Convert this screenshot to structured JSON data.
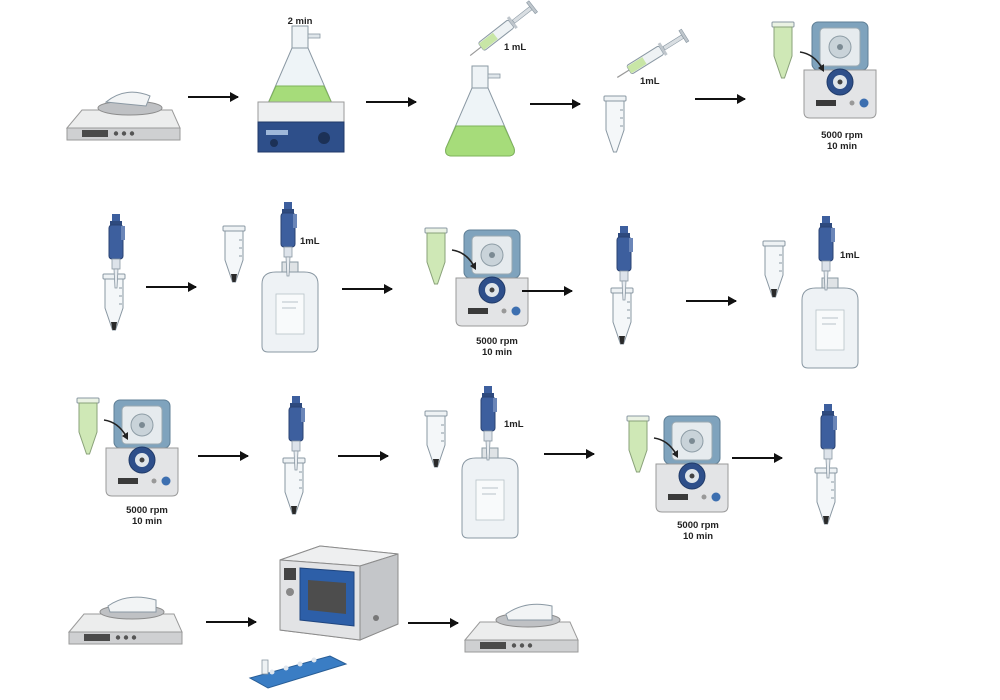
{
  "labels": {
    "stir_time": "2 min",
    "volume_1": "1 mL",
    "volume_2": "1mL",
    "volume_3": "1mL",
    "volume_4": "1mL",
    "volume_5": "1mL",
    "centrifuge_1": [
      "5000 rpm",
      "10 min"
    ],
    "centrifuge_2": [
      "5000 rpm",
      "10 min"
    ],
    "centrifuge_3": [
      "5000 rpm",
      "10 min"
    ],
    "centrifuge_4": [
      "5000 rpm",
      "10 min"
    ]
  },
  "colors": {
    "green_liquid": "#a6dc7a",
    "pale_green": "#cfe8b6",
    "pipette_blue": "#3d5f9e",
    "centrifuge_lid": "#7fa3bd",
    "oven_blue": "#2d5fa8",
    "hotplate_blue": "#2e4f8a",
    "device_gray": "#d9dadc"
  }
}
